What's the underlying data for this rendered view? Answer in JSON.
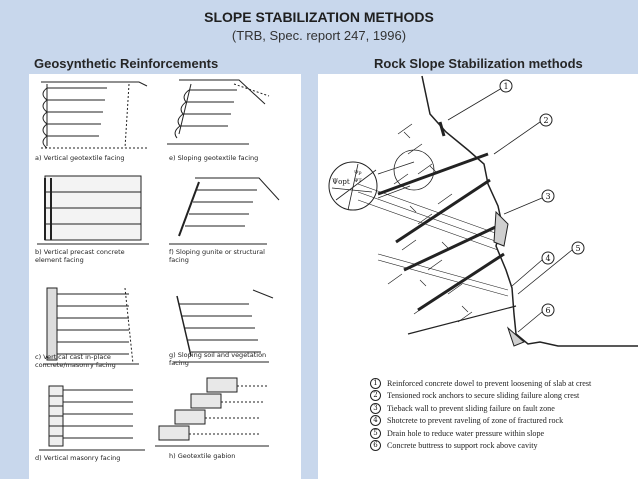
{
  "slide": {
    "title": "SLOPE STABILIZATION METHODS",
    "subtitle": "(TRB, Spec. report 247, 1996)"
  },
  "left_panel": {
    "heading": "Geosynthetic Reinforcements",
    "captions": [
      {
        "id": "a",
        "text": "a)  Vertical geotextile facing"
      },
      {
        "id": "e",
        "text": "e)  Sloping geotextile facing"
      },
      {
        "id": "b",
        "text": "b)  Vertical precast concrete\nelement facing"
      },
      {
        "id": "f",
        "text": "f)  Sloping gunite or structural\nfacing"
      },
      {
        "id": "c",
        "text": "c)  Vertical cast in-place\nconcrete/masonry facing"
      },
      {
        "id": "g",
        "text": "g)  Sloping soil and vegetation\nfacing"
      },
      {
        "id": "d",
        "text": "d)  Vertical masonry facing"
      },
      {
        "id": "h",
        "text": "h)  Geotextile gabion"
      }
    ]
  },
  "right_panel": {
    "heading": "Rock Slope Stabilization methods",
    "diagram_labels": {
      "psi_opt": "Ψopt",
      "psi_p": "Ψp",
      "psi_t": "ΨT"
    },
    "callouts": [
      "1",
      "2",
      "3",
      "4",
      "5",
      "6"
    ],
    "legend": [
      {
        "num": "1",
        "text": "Reinforced concrete dowel to prevent loosening of slab at crest"
      },
      {
        "num": "2",
        "text": "Tensioned rock anchors to secure sliding failure along crest"
      },
      {
        "num": "3",
        "text": "Tieback wall to prevent sliding failure on fault zone"
      },
      {
        "num": "4",
        "text": "Shotcrete to prevent raveling of zone of fractured rock"
      },
      {
        "num": "5",
        "text": "Drain hole to reduce water pressure within slope"
      },
      {
        "num": "6",
        "text": "Concrete buttress to support rock above cavity"
      }
    ]
  }
}
